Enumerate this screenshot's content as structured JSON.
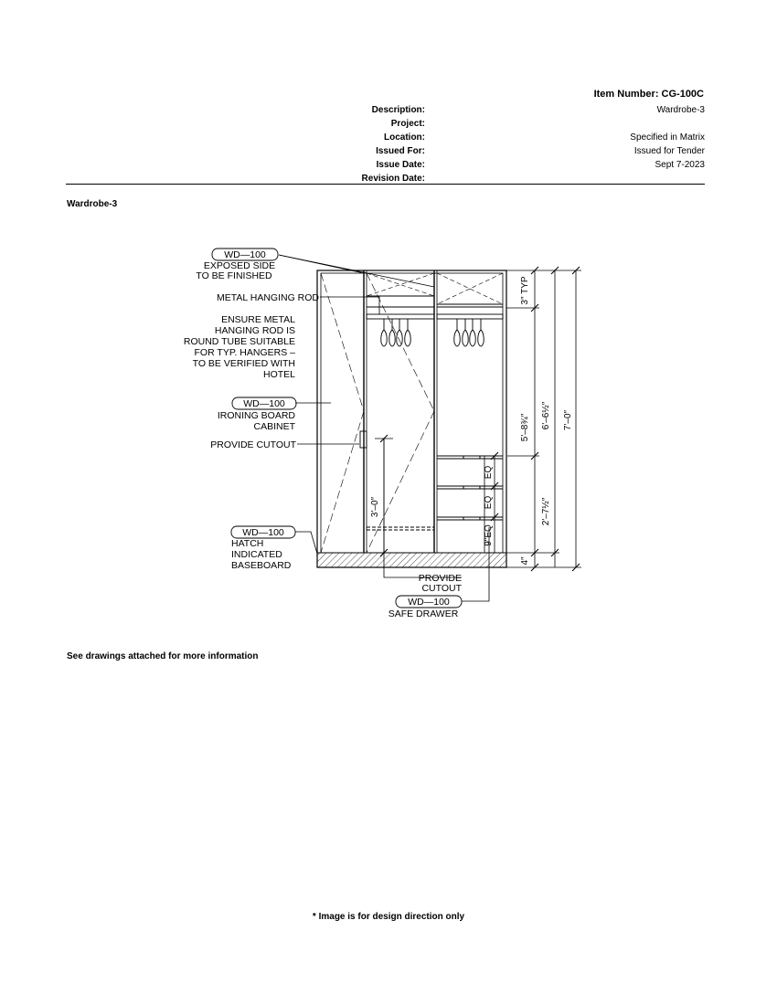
{
  "header": {
    "item_number": "Item Number: CG-100C",
    "fields": [
      {
        "label": "Description:",
        "value": "Wardrobe-3"
      },
      {
        "label": "Project:",
        "value": ""
      },
      {
        "label": "Location:",
        "value": "Specified in Matrix"
      },
      {
        "label": "Issued For:",
        "value": "Issued for Tender"
      },
      {
        "label": "Issue Date:",
        "value": "Sept 7-2023"
      },
      {
        "label": "Revision Date:",
        "value": ""
      }
    ]
  },
  "section_title": "Wardrobe-3",
  "drawing": {
    "callouts": {
      "tag_top": "WD—100",
      "exposed_line1": "EXPOSED SIDE",
      "exposed_line2": "TO BE FINISHED",
      "rod": "METAL HANGING ROD",
      "note_line1": "ENSURE METAL",
      "note_line2": "HANGING ROD IS",
      "note_line3": "ROUND TUBE SUITABLE",
      "note_line4": "FOR TYP. HANGERS –",
      "note_line5": "TO BE VERIFIED WITH",
      "note_line6": "HOTEL",
      "tag_iron": "WD—100",
      "iron_line1": "IRONING BOARD",
      "iron_line2": "CABINET",
      "cutout": "PROVIDE CUTOUT",
      "tag_hatch": "WD—100",
      "hatch_line1": "HATCH",
      "hatch_line2": "INDICATED",
      "hatch_line3": "BASEBOARD",
      "provide": "PROVIDE",
      "cutout2": "CUTOUT",
      "tag_safe": "WD—100",
      "safe": "SAFE DRAWER"
    },
    "dimensions": {
      "top_typ": "3″ TYP",
      "upper": "5'–8¾″",
      "upper_total": "6'–6½″",
      "overall": "7'–0″",
      "lower": "2'–7½″",
      "base": "4″",
      "ironing": "3'–0″",
      "eq1": "EQ",
      "eq2": "EQ",
      "eq3": "9\"EQ"
    }
  },
  "see_note": "See drawings attached for more information",
  "footer_note": "* Image is for design direction only"
}
